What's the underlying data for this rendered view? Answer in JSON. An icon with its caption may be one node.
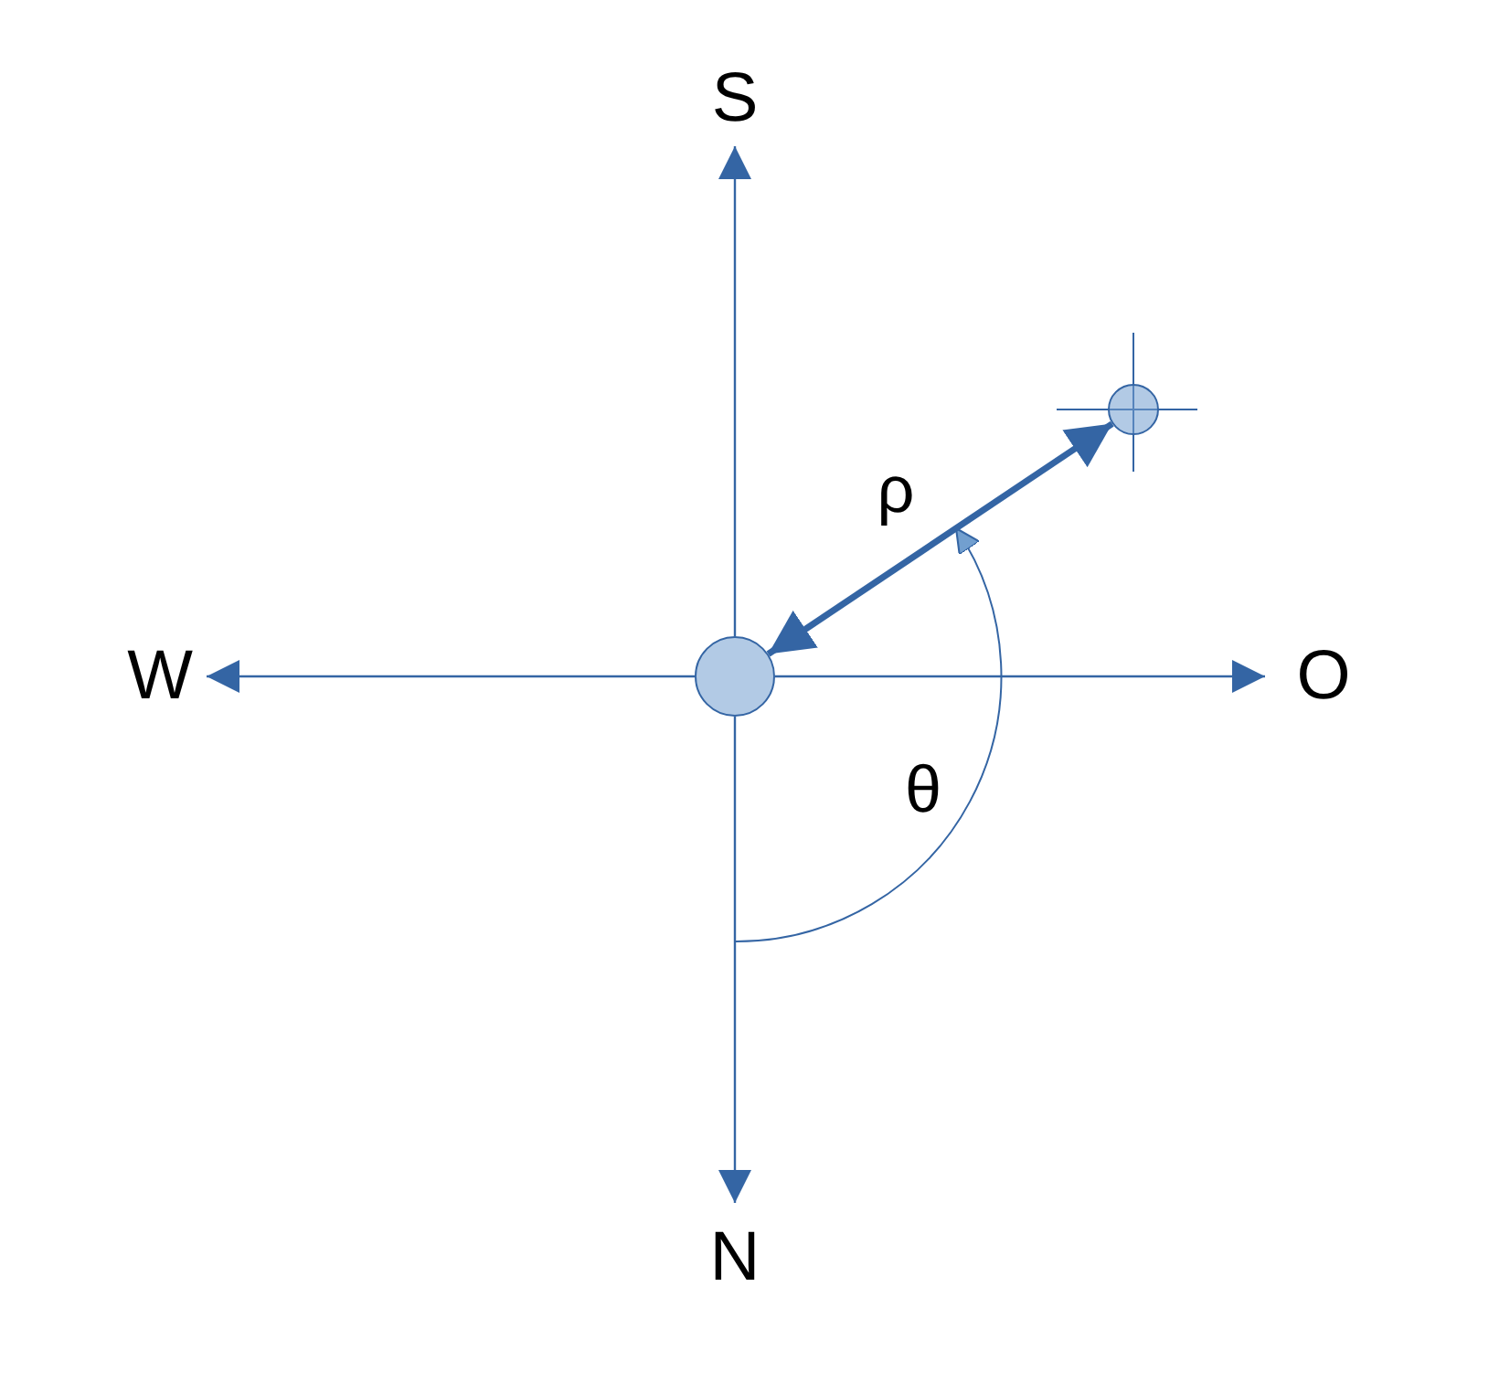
{
  "diagram": {
    "nodes": [
      {
        "text": [
          "S"
        ]
      },
      {
        "text": [],
        "shape": "circle"
      },
      {
        "text": [
          "W"
        ]
      },
      {
        "text": [],
        "shape": "circle"
      },
      {
        "text": [
          "O"
        ]
      },
      {
        "text": [
          "N"
        ]
      }
    ],
    "edges": [
      {
        "from": 3,
        "to": 0,
        "arrow": "to"
      },
      {
        "from": 3,
        "to": 2,
        "arrow": "to"
      },
      {
        "from": 3,
        "to": 4,
        "arrow": "to"
      },
      {
        "from": 3,
        "to": 5,
        "arrow": "to"
      },
      {
        "from": 3,
        "to": 1,
        "arrow": "both",
        "label": "ρ",
        "style": "thick"
      }
    ],
    "labels": [
      "θ"
    ]
  }
}
